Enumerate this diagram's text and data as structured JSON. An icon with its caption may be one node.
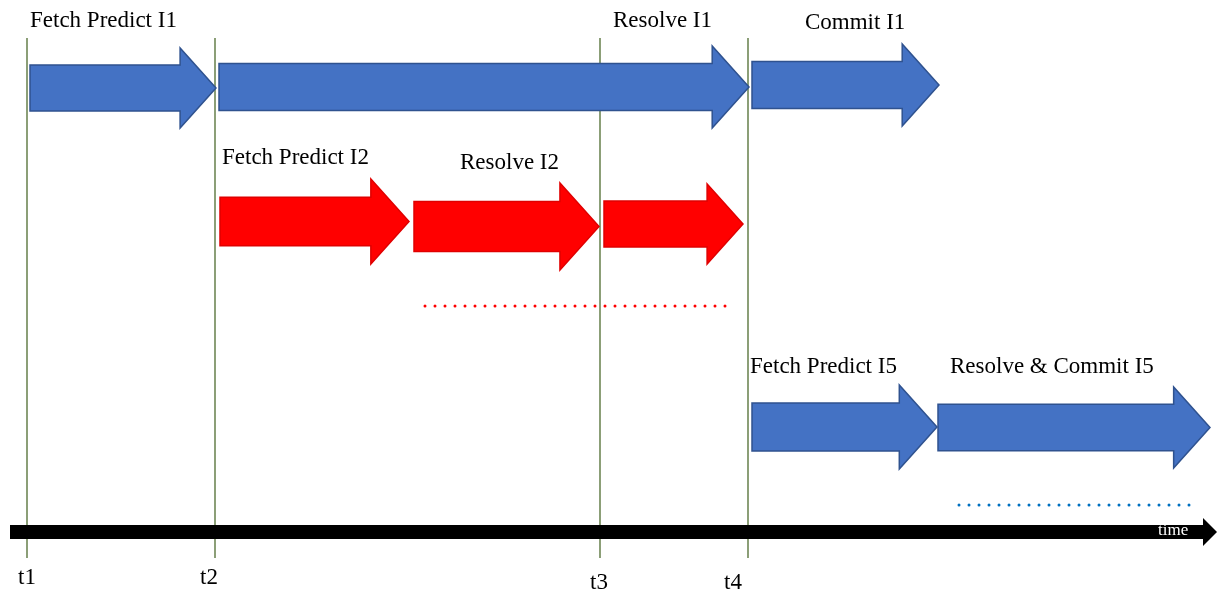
{
  "diagram": {
    "nodes": [
      {
        "text": [
          "Fetch Predict I1"
        ]
      },
      {
        "text": [
          "Resolve I1"
        ]
      },
      {
        "text": [
          "Commit I1"
        ]
      },
      {
        "text": [
          "Fetch Predict I2"
        ]
      },
      {
        "text": [
          "Resolve I2"
        ]
      },
      {
        "text": [],
        "shape": "arrow"
      },
      {
        "text": [
          "Fetch Predict I5"
        ]
      },
      {
        "text": [
          "Resolve & Commit I5"
        ]
      }
    ],
    "edges": [],
    "labels": [
      "time",
      "t1",
      "t2",
      "t3",
      "t4"
    ]
  }
}
